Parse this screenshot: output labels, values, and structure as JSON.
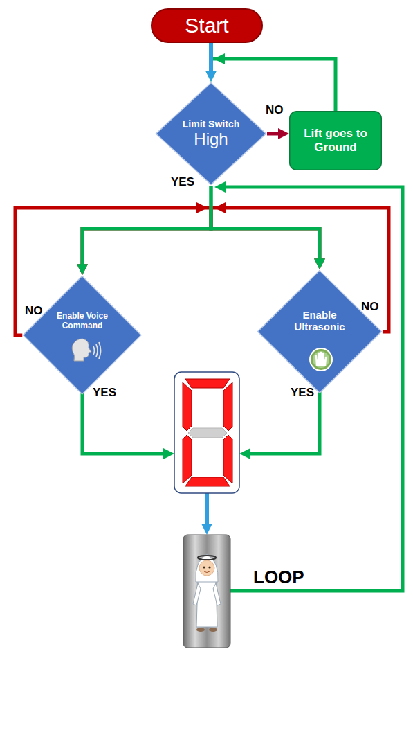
{
  "diagram": {
    "nodes": [
      {
        "text": [
          "Start"
        ]
      },
      {
        "text": [
          "Limit Switch",
          "High"
        ]
      },
      {
        "text": [
          "Lift goes to Ground"
        ]
      },
      {
        "text": [
          "Enable Voice Command"
        ]
      },
      {
        "text": [
          "Enable Ultrasonic"
        ]
      }
    ],
    "edges": [
      {
        "from": 0,
        "to": 1,
        "arrow": "to"
      },
      {
        "from": 1,
        "to": 2,
        "arrow": "to",
        "label": "NO"
      },
      {
        "from": 2,
        "to": 1,
        "arrow": "to"
      },
      {
        "from": 1,
        "to": 3,
        "arrow": "to",
        "label": "YES"
      },
      {
        "from": 1,
        "to": 4,
        "arrow": "to"
      },
      {
        "from": 3,
        "to": 4,
        "arrow": "to",
        "label": "NO"
      },
      {
        "from": 4,
        "to": 3,
        "arrow": "to",
        "label": "NO"
      }
    ],
    "labels": [
      "YES",
      "YES",
      "LOOP"
    ]
  }
}
